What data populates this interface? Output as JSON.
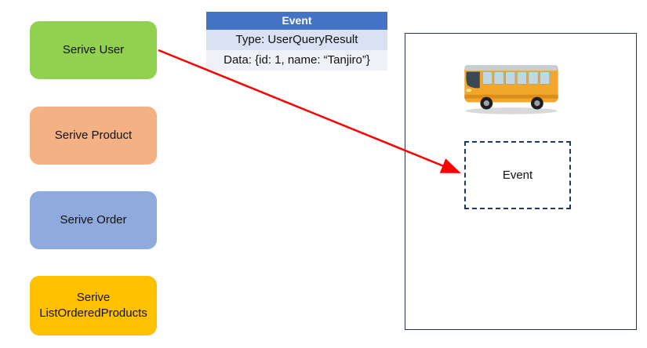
{
  "colors": {
    "arrow": "#FF0000",
    "table_header_bg": "#4472C4",
    "table_row1_bg": "#D9E2F3",
    "table_row2_bg": "#EFF1F7",
    "panel_border": "#24355C"
  },
  "service_boxes": [
    {
      "label": "Serive User",
      "bg": "#92D050"
    },
    {
      "label": "Serive Product",
      "bg": "#F4B183"
    },
    {
      "label": "Serive Order",
      "bg": "#8FAADC"
    },
    {
      "label": "Serive\nListOrderedProducts",
      "bg": "#FFC000"
    }
  ],
  "event_table": {
    "title": "Event",
    "rows": [
      "Type: UserQueryResult",
      "Data: {id: 1, name: “Tanjiro”}"
    ]
  },
  "right_panel": {
    "event_box_label": "Event"
  }
}
